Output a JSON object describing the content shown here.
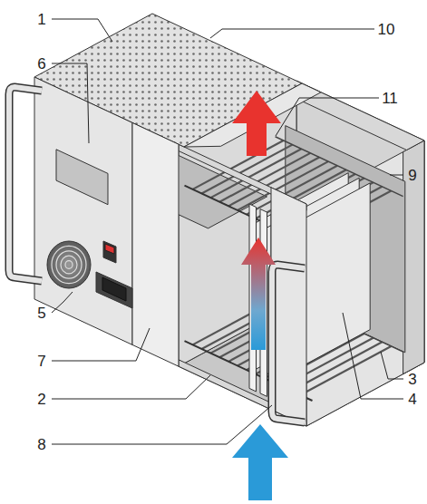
{
  "diagram": {
    "labels": [
      "1",
      "10",
      "6",
      "11",
      "9",
      "5",
      "7",
      "3",
      "2",
      "4",
      "8"
    ]
  }
}
